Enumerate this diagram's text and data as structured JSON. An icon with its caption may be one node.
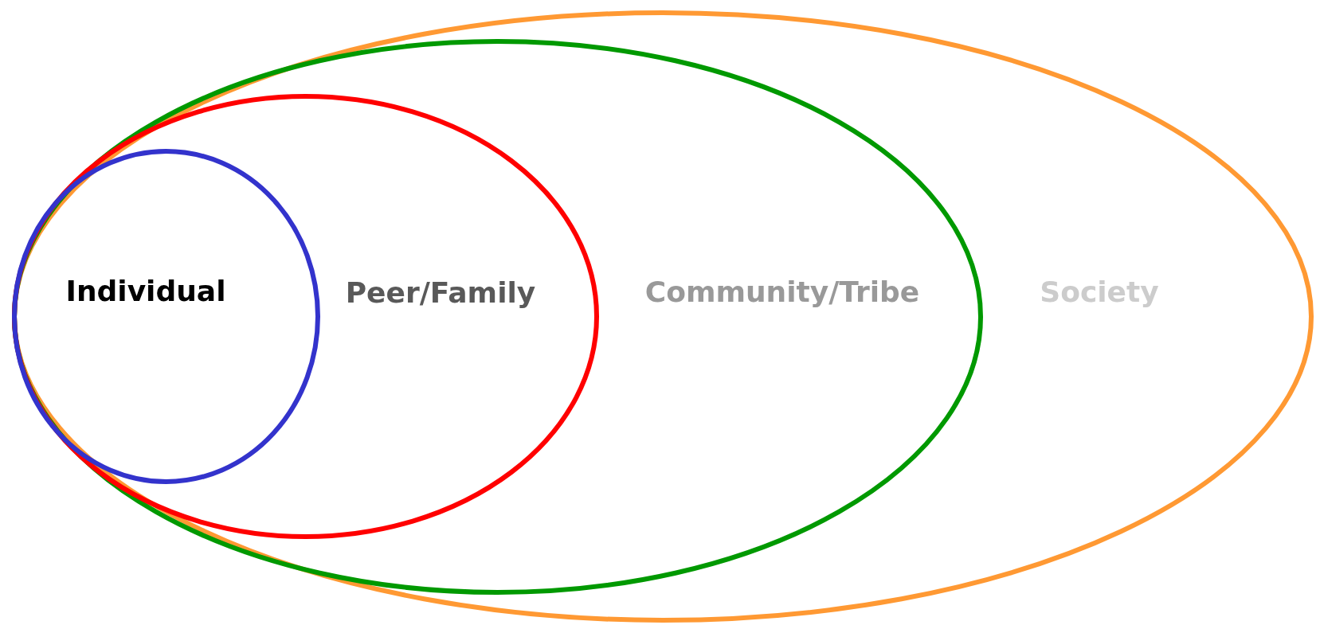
{
  "diagram": {
    "nodes": [
      {
        "text": [
          "Society"
        ]
      },
      {
        "text": [
          "Community/Tribe"
        ],
        "in": 0
      },
      {
        "text": [
          "Peer/Family"
        ],
        "in": 1
      },
      {
        "text": [
          "Individual"
        ],
        "in": 2
      }
    ]
  }
}
